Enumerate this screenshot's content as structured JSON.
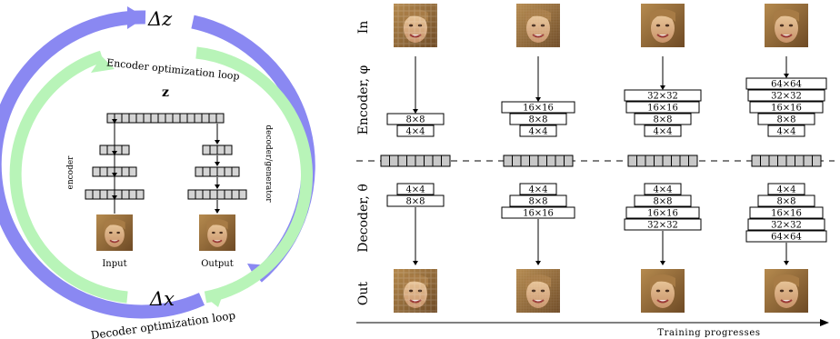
{
  "left_panel": {
    "delta_z_label": "Δz",
    "delta_x_label": "Δx",
    "encoder_loop_label": "Encoder optimization loop",
    "decoder_loop_label": "Decoder optimization loop",
    "z_label": "z",
    "encoder_label": "encoder",
    "decoder_label": "decoder/generator",
    "input_label": "Input",
    "output_label": "Output",
    "colors": {
      "outer_loop": "#8080f0",
      "inner_loop": "#b8f4b8",
      "cells": "#d4d4d4"
    }
  },
  "right_panel": {
    "row_in_label": "In",
    "row_encoder_label": "Encoder, φ",
    "row_decoder_label": "Decoder, θ",
    "row_out_label": "Out",
    "axis_label": "Training progresses",
    "stages": [
      {
        "encoder": [
          "8×8",
          "4×4"
        ],
        "decoder": [
          "4×4",
          "8×8"
        ]
      },
      {
        "encoder": [
          "16×16",
          "8×8",
          "4×4"
        ],
        "decoder": [
          "4×4",
          "8×8",
          "16×16"
        ]
      },
      {
        "encoder": [
          "32×32",
          "16×16",
          "8×8",
          "4×4"
        ],
        "decoder": [
          "4×4",
          "8×8",
          "16×16",
          "32×32"
        ]
      },
      {
        "encoder": [
          "64×64",
          "32×32",
          "16×16",
          "8×8",
          "4×4"
        ],
        "decoder": [
          "4×4",
          "8×8",
          "16×16",
          "32×32",
          "64×64"
        ]
      }
    ]
  }
}
